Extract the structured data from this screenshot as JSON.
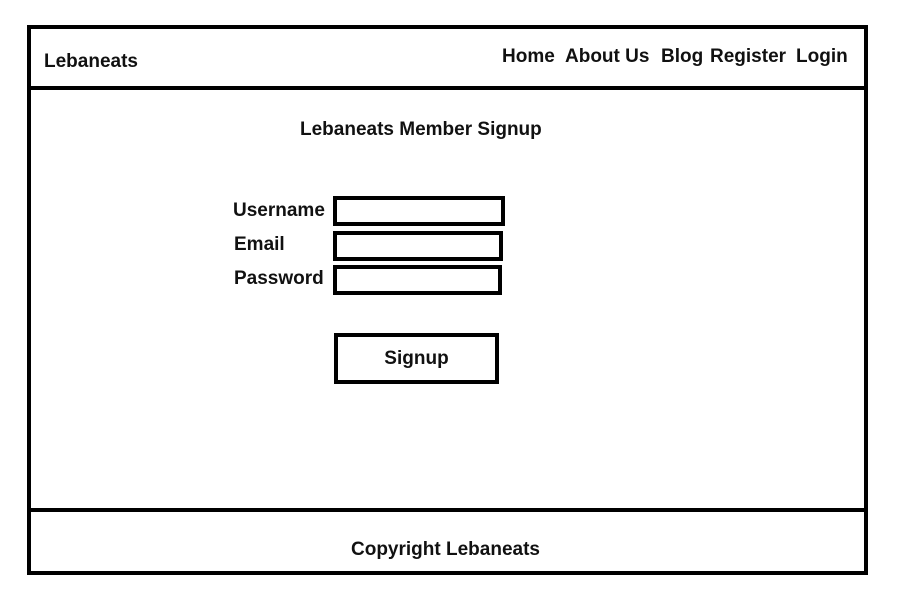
{
  "header": {
    "brand": "Lebaneats",
    "nav": [
      {
        "label": "Home"
      },
      {
        "label": "About Us"
      },
      {
        "label": "Blog"
      },
      {
        "label": "Register"
      },
      {
        "label": "Login"
      }
    ]
  },
  "main": {
    "title": "Lebaneats Member Signup",
    "form": {
      "username_label": "Username",
      "username_value": "",
      "email_label": "Email",
      "email_value": "",
      "password_label": "Password",
      "password_value": "",
      "submit_label": "Signup"
    }
  },
  "footer": {
    "copyright": "Copyright Lebaneats"
  }
}
